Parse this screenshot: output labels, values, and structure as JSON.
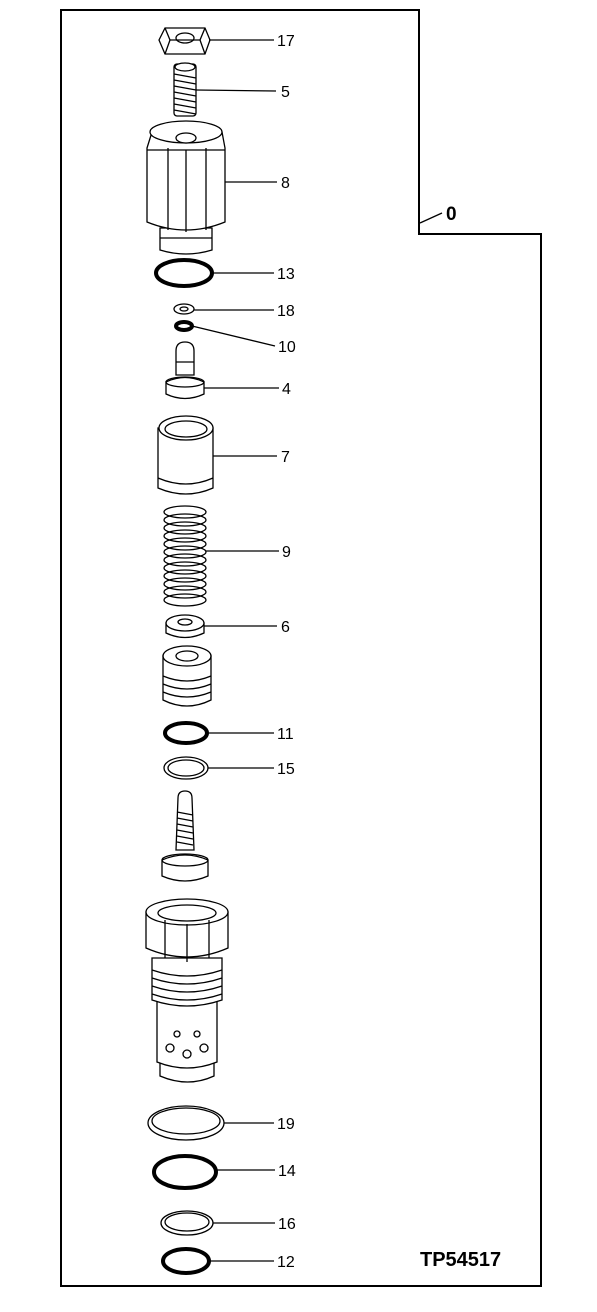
{
  "assembly_label": "0",
  "figure_id": "TP54517",
  "callouts": {
    "nut": "17",
    "set_screw": "5",
    "adjusting_cap": "8",
    "o_ring_upper": "13",
    "washer_small": "18",
    "o_ring_small": "10",
    "poppet": "4",
    "sleeve": "7",
    "spring": "9",
    "spring_seat": "6",
    "o_ring_middle": "11",
    "backup_ring_middle": "15",
    "backup_ring_lower": "19",
    "o_ring_lower": "14",
    "backup_ring_bottom": "16",
    "o_ring_bottom": "12"
  }
}
